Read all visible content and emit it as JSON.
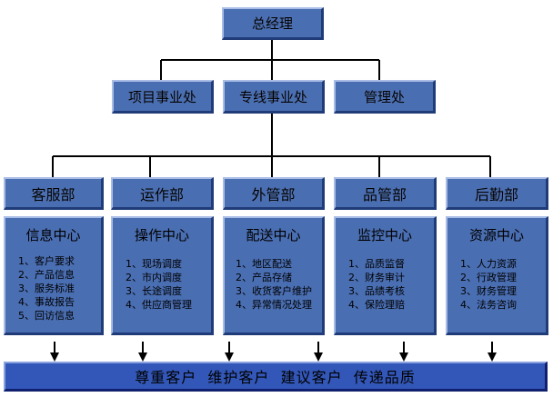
{
  "top": {
    "title": "总经理"
  },
  "divisions": [
    "项目事业处",
    "专线事业处",
    "管理处"
  ],
  "departments": [
    {
      "name": "客服部",
      "center": "信息中心",
      "items": [
        "1、客户要求",
        "2、产品信息",
        "3、服务标准",
        "4、事故报告",
        "5、回访信息"
      ]
    },
    {
      "name": "运作部",
      "center": "操作中心",
      "items": [
        "1、现场调度",
        "2、市内调度",
        "3、长途调度",
        "4、供应商管理"
      ]
    },
    {
      "name": "外管部",
      "center": "配送中心",
      "items": [
        "1、地区配送",
        "2、产品存储",
        "3、收货客户维护",
        "4、异常情况处理"
      ]
    },
    {
      "name": "品管部",
      "center": "监控中心",
      "items": [
        "1、品质监督",
        "2、财务审计",
        "3、品绩考核",
        "4、保险理赔"
      ]
    },
    {
      "name": "后勤部",
      "center": "资源中心",
      "items": [
        "1、人力资源",
        "2、行政管理",
        "3、财务管理",
        "4、法务咨询"
      ]
    }
  ],
  "footer": {
    "slogan": "尊重客户  维护客户  建议客户  传递品质"
  },
  "colors": {
    "box": "#4a6eb2",
    "bar": "#3357b8",
    "line": "#000000"
  }
}
